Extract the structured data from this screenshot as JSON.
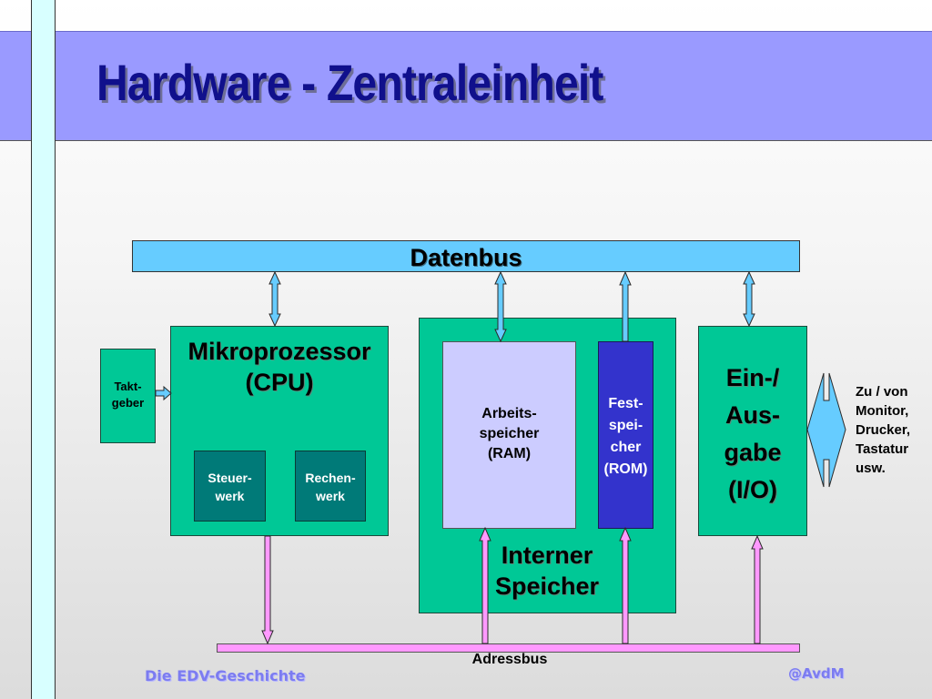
{
  "title": "Hardware - Zentraleinheit",
  "diagram": {
    "datenbus": "Datenbus",
    "adressbus": "Adressbus",
    "taktgeber": [
      "Takt-",
      "geber"
    ],
    "cpu": {
      "title_lines": [
        "Mikroprozessor",
        "(CPU)"
      ],
      "steuerwerk": [
        "Steuer-",
        "werk"
      ],
      "rechenwerk": [
        "Rechen-",
        "werk"
      ]
    },
    "internal_memory": {
      "title_lines": [
        "Interner",
        "Speicher"
      ],
      "ram": [
        "Arbeits-",
        "speicher",
        "(RAM)"
      ],
      "rom": [
        "Fest-",
        "spei-",
        "cher",
        "(ROM)"
      ]
    },
    "io": {
      "title_lines": [
        "Ein-/",
        "Aus-",
        "gabe",
        "(I/O)"
      ]
    },
    "external": [
      "Zu / von",
      "Monitor,",
      "Drucker,",
      "Tastatur",
      "usw."
    ]
  },
  "footer": {
    "left": "Die EDV-Geschichte",
    "right": "@AvdM"
  },
  "colors": {
    "title_band": "#9a9aff",
    "title_text": "#10108c",
    "datenbus": "#66ccff",
    "adressbus": "#ff99ff",
    "units": "#00c896",
    "subunits": "#007a78",
    "ram": "#ccccff",
    "rom": "#3333cc"
  }
}
